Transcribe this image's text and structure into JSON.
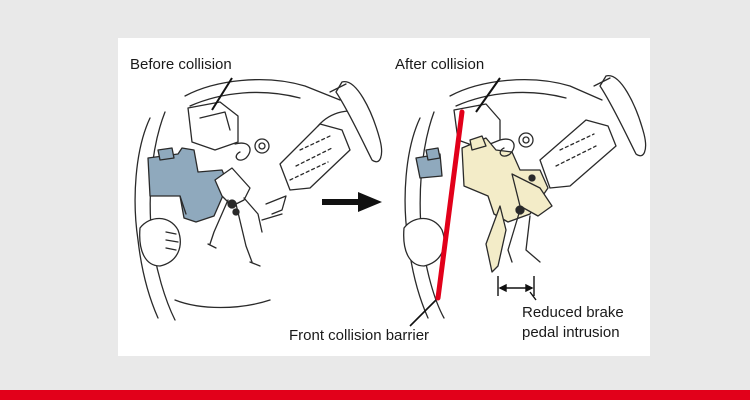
{
  "labels": {
    "before": "Before collision",
    "after": "After collision",
    "barrier": "Front collision barrier",
    "reduced_line1": "Reduced brake",
    "reduced_line2": "pedal intrusion"
  },
  "colors": {
    "background": "#e9e9e9",
    "panel": "#ffffff",
    "line": "#2a2a2a",
    "before_pedal": "#8fa9bd",
    "after_pedal": "#f3ecc8",
    "barrier": "#e2001a",
    "accent_bar": "#e2001a"
  }
}
